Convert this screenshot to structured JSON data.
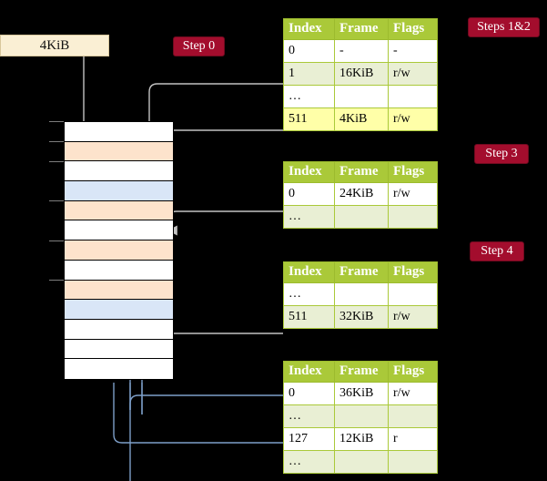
{
  "diagram": {
    "title_hidden": "",
    "background": "#000000",
    "accent_green": "#aac939",
    "accent_red": "#a30d2d",
    "highlight_yellow": "#ffffa8",
    "frame_orange": "#fde3cc",
    "frame_blue": "#d9e6f7",
    "source_box": "#faefd4"
  },
  "source": {
    "label": "4KiB"
  },
  "badges": [
    {
      "id": "step0",
      "label": "Step 0"
    },
    {
      "id": "steps1and2",
      "label": "Steps 1&2"
    },
    {
      "id": "step3",
      "label": "Step 3"
    },
    {
      "id": "step4",
      "label": "Step 4"
    }
  ],
  "memory_column": {
    "name": "physical-memory",
    "row_count": 13,
    "rows": [
      {
        "index": 0,
        "fill": "white"
      },
      {
        "index": 1,
        "fill": "orange"
      },
      {
        "index": 2,
        "fill": "white"
      },
      {
        "index": 3,
        "fill": "blue"
      },
      {
        "index": 4,
        "fill": "orange"
      },
      {
        "index": 5,
        "fill": "white"
      },
      {
        "index": 6,
        "fill": "orange"
      },
      {
        "index": 7,
        "fill": "white"
      },
      {
        "index": 8,
        "fill": "orange"
      },
      {
        "index": 9,
        "fill": "blue"
      },
      {
        "index": 10,
        "fill": "white"
      },
      {
        "index": 11,
        "fill": "white"
      },
      {
        "index": 12,
        "fill": "white"
      }
    ]
  },
  "tables": [
    {
      "id": "table-1",
      "headers": [
        "Index",
        "Frame",
        "Flags"
      ],
      "rows": [
        {
          "tint": "white",
          "cells": [
            "0",
            "-",
            "-"
          ],
          "highlight": [
            false,
            false,
            false
          ]
        },
        {
          "tint": "tint",
          "cells": [
            "1",
            "16KiB",
            "r/w"
          ],
          "highlight": [
            false,
            false,
            false
          ]
        },
        {
          "tint": "white",
          "cells": [
            "…",
            "",
            ""
          ],
          "highlight": [
            false,
            false,
            false
          ]
        },
        {
          "tint": "tint",
          "cells": [
            "511",
            "4KiB",
            "r/w"
          ],
          "highlight": [
            true,
            true,
            true
          ]
        }
      ]
    },
    {
      "id": "table-2",
      "headers": [
        "Index",
        "Frame",
        "Flags"
      ],
      "rows": [
        {
          "tint": "white",
          "cells": [
            "0",
            "24KiB",
            "r/w"
          ],
          "highlight": [
            false,
            false,
            false
          ]
        },
        {
          "tint": "tint",
          "cells": [
            "…",
            "",
            ""
          ],
          "highlight": [
            false,
            false,
            false
          ]
        }
      ]
    },
    {
      "id": "table-3",
      "headers": [
        "Index",
        "Frame",
        "Flags"
      ],
      "rows": [
        {
          "tint": "white",
          "cells": [
            "…",
            "",
            ""
          ],
          "highlight": [
            false,
            false,
            false
          ]
        },
        {
          "tint": "tint",
          "cells": [
            "511",
            "32KiB",
            "r/w"
          ],
          "highlight": [
            false,
            false,
            false
          ]
        }
      ]
    },
    {
      "id": "table-4",
      "headers": [
        "Index",
        "Frame",
        "Flags"
      ],
      "rows": [
        {
          "tint": "white",
          "cells": [
            "0",
            "36KiB",
            "r/w"
          ],
          "highlight": [
            false,
            false,
            false
          ]
        },
        {
          "tint": "tint",
          "cells": [
            "…",
            "",
            ""
          ],
          "highlight": [
            false,
            false,
            false
          ]
        },
        {
          "tint": "white",
          "cells": [
            "127",
            "12KiB",
            "r"
          ],
          "highlight": [
            false,
            false,
            false
          ]
        },
        {
          "tint": "tint",
          "cells": [
            "…",
            "",
            ""
          ],
          "highlight": [
            false,
            false,
            false
          ]
        }
      ]
    }
  ]
}
